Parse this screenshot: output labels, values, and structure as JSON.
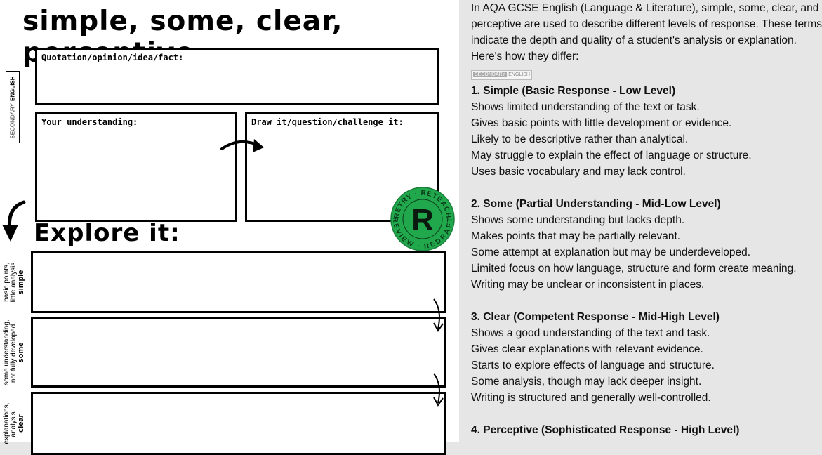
{
  "worksheet": {
    "title": "simple, some, clear, perceptive",
    "brand_vertical": {
      "light": "SECONDARY",
      "bold": "ENGLISH"
    },
    "boxes": {
      "quotation": "Quotation/opinion/idea/fact:",
      "understanding": "Your understanding:",
      "draw": "Draw it/question/challenge it:"
    },
    "explore_title": "Explore it:",
    "levels": [
      {
        "name": "simple",
        "desc_lines": [
          "basic points,",
          "little analysis"
        ]
      },
      {
        "name": "some",
        "desc_lines": [
          "some understanding,",
          "not fully developed."
        ]
      },
      {
        "name": "clear",
        "desc_lines": [
          "explanations,",
          "analysis."
        ]
      }
    ],
    "seal": {
      "letter": "R",
      "ring_top": "RETRY · RETEACH",
      "ring_bottom": "REVIEW · REDRAFT",
      "color": "#22a84c"
    }
  },
  "notes": {
    "intro_lines": [
      "In AQA GCSE English (Language & Literature), simple, some, clear, and",
      "perceptive are used to describe different levels of response. These terms",
      "indicate the depth and quality of a student's analysis or explanation.",
      "Here's how they differ:"
    ],
    "badge": {
      "light": "SECONDARY",
      "bold": "ENGLISH"
    },
    "sections": [
      {
        "heading": "1. Simple (Basic Response - Low Level)",
        "lines": [
          "Shows limited understanding of the text or task.",
          "Gives basic points with little development or evidence.",
          "Likely to be descriptive rather than analytical.",
          "May struggle to explain the effect of language or structure.",
          "Uses basic vocabulary and may lack control."
        ]
      },
      {
        "heading": "2. Some (Partial Understanding - Mid-Low Level)",
        "lines": [
          "Shows some understanding but lacks depth.",
          "Makes points that may be partially relevant.",
          "Some attempt at explanation but may be underdeveloped.",
          "Limited focus on how language, structure and form create meaning.",
          "Writing may be unclear or inconsistent in places."
        ]
      },
      {
        "heading": "3. Clear (Competent Response - Mid-High Level)",
        "lines": [
          "Shows a good understanding of the text and task.",
          "Gives clear explanations with relevant evidence.",
          "Starts to explore effects of language and structure.",
          "Some analysis, though may lack deeper insight.",
          "Writing is structured and generally well-controlled."
        ]
      },
      {
        "heading": "4. Perceptive (Sophisticated Response - High Level)",
        "lines": []
      }
    ]
  }
}
